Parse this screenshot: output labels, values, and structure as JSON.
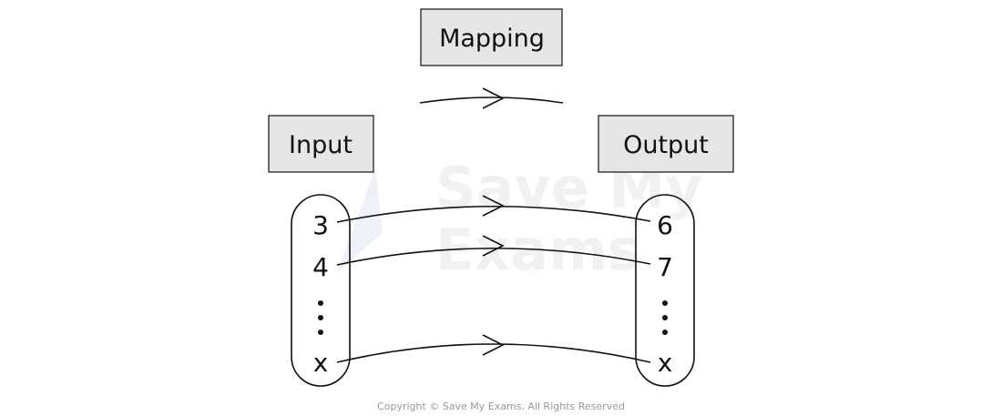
{
  "diagram": {
    "title_box": "Mapping",
    "input_box": "Input",
    "output_box": "Output",
    "inputs": [
      "3",
      "4",
      "x"
    ],
    "outputs": [
      "6",
      "7",
      "x"
    ],
    "continuation": "⋮"
  },
  "watermark": {
    "line1": "Save My",
    "line2": "Exams"
  },
  "footer": {
    "copyright": "Copyright © Save My Exams. All Rights Reserved"
  },
  "colors": {
    "box_fill": "#e6e6e6",
    "stroke": "#111111",
    "watermark": "#f1f1f3"
  }
}
